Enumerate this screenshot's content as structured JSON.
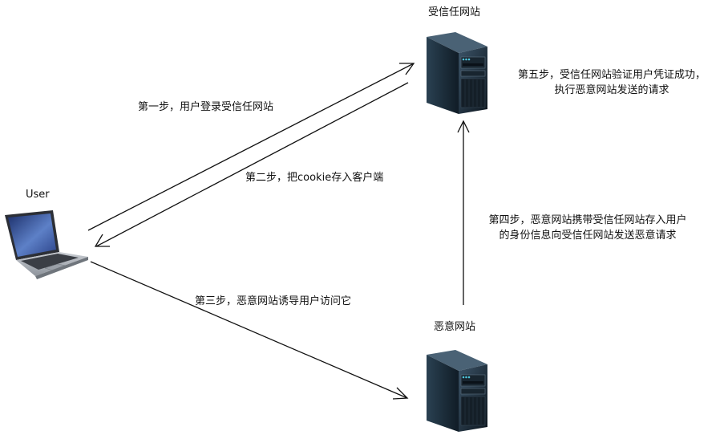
{
  "nodes": {
    "user": {
      "label": "User",
      "icon": "laptop-icon"
    },
    "trusted_site": {
      "label": "受信任网站",
      "icon": "server-icon"
    },
    "malicious_site": {
      "label": "恶意网站",
      "icon": "server-icon"
    }
  },
  "steps": [
    {
      "id": 1,
      "text": "第一步，用户登录受信任网站",
      "from": "user",
      "to": "trusted_site"
    },
    {
      "id": 2,
      "text": "第二步，把cookie存入客户端",
      "from": "trusted_site",
      "to": "user"
    },
    {
      "id": 3,
      "text": "第三步，恶意网站诱导用户访问它",
      "from": "user",
      "to": "malicious_site"
    },
    {
      "id": 4,
      "lines": [
        "第四步，恶意网站携带受信任网站存入用户",
        "的身份信息向受信任网站发送恶意请求"
      ],
      "from": "malicious_site",
      "to": "trusted_site"
    },
    {
      "id": 5,
      "lines": [
        "第五步，受信任网站验证用户凭证成功，",
        "执行恶意网站发送的请求"
      ]
    }
  ],
  "colors": {
    "line": "#111111",
    "server_body": "#1f2f3d",
    "server_accent": "#4fc3d9"
  }
}
